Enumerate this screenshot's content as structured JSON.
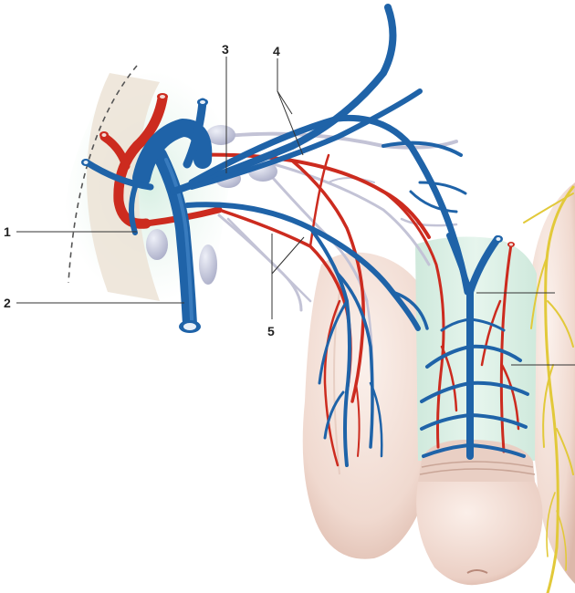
{
  "labels": {
    "one": "1",
    "two": "2",
    "three": "3",
    "four": "4",
    "five": "5"
  },
  "colors": {
    "vein": "#1f63a8",
    "artery": "#cc2b1f",
    "lymph_node": "#c7c9dc",
    "nerve": "#e2c93a",
    "skin": "#f1ddd3",
    "pelvic_wall": "#ece3d6"
  }
}
